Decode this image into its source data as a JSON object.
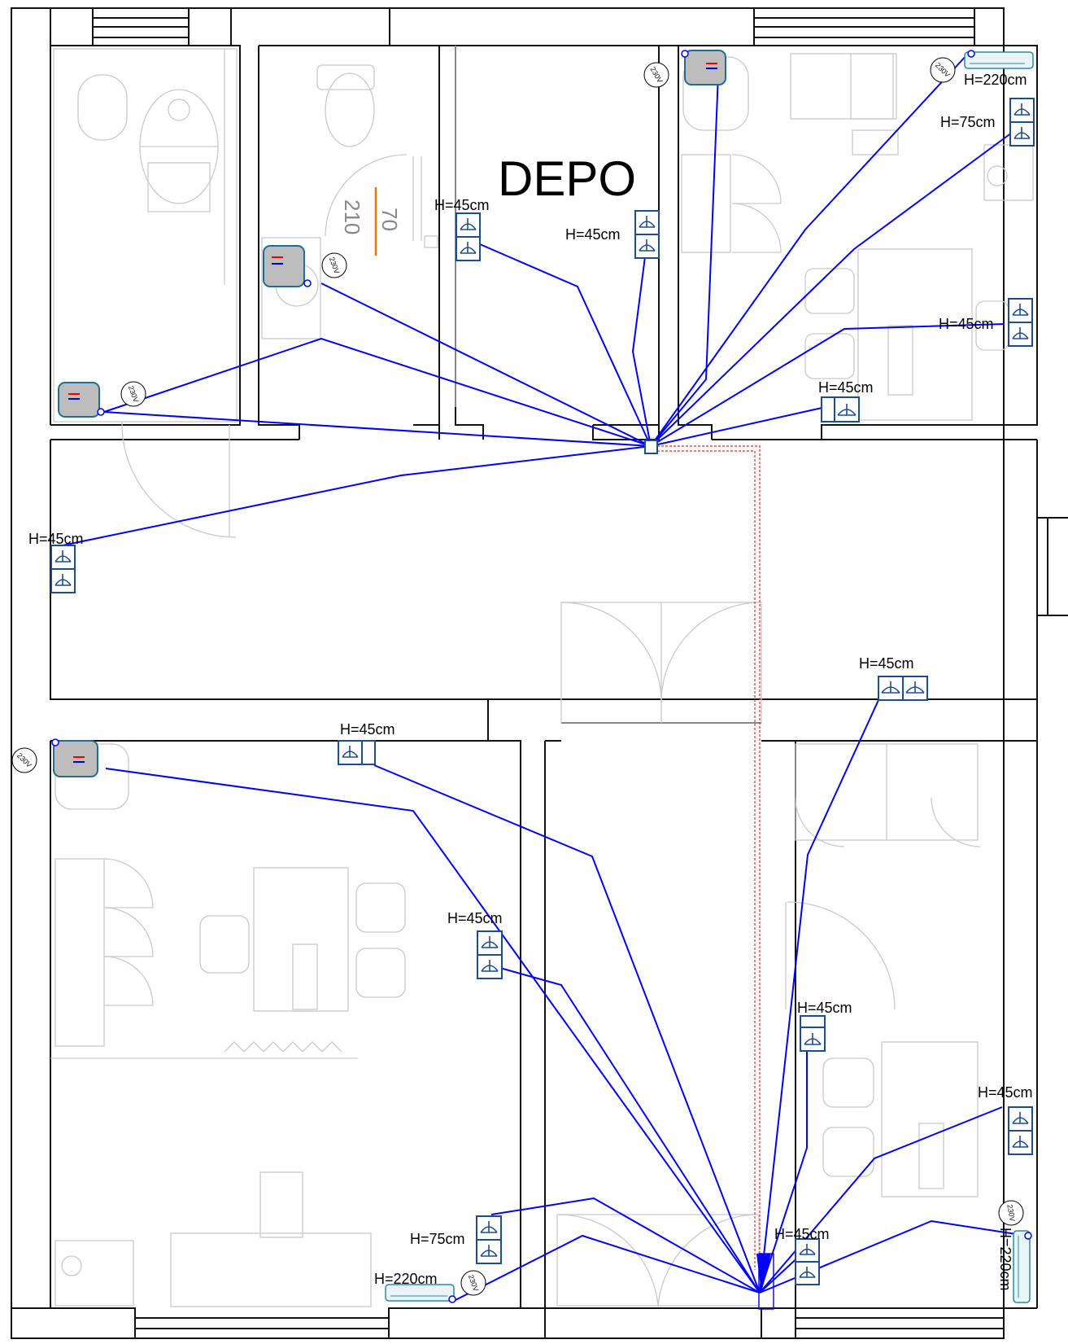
{
  "plan": {
    "room_title": "DEPO",
    "door_dims": [
      "210",
      "70"
    ],
    "heaters": [
      {
        "voltage": "230V"
      },
      {
        "voltage": "230V"
      },
      {
        "voltage": "230V"
      },
      {
        "voltage": "230V"
      }
    ],
    "ac_units": [
      {
        "voltage": "230V",
        "height": "H=220cm"
      },
      {
        "voltage": "230V",
        "height": "H=220cm"
      },
      {
        "voltage": "230V",
        "height": "H=220cm"
      }
    ],
    "socket_labels": [
      "H=45cm",
      "H=45cm",
      "H=75cm",
      "H=45cm",
      "H=45cm",
      "H=45cm",
      "H=45cm",
      "H=45cm",
      "H=45cm",
      "H=45cm",
      "H=45cm",
      "H=45cm",
      "H=75cm"
    ]
  }
}
